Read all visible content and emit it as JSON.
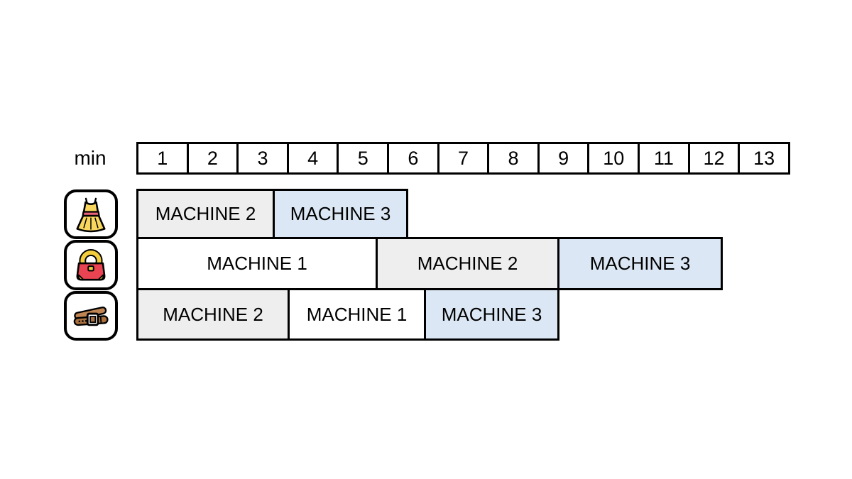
{
  "palette": {
    "machine1_fill": "#ffffff",
    "machine2_fill": "#eeeeee",
    "machine3_fill": "#dbe7f4",
    "outline": "#000000",
    "background": "#ffffff"
  },
  "icons": [
    {
      "name": "dress-icon",
      "depicts": "yellow dress"
    },
    {
      "name": "handbag-icon",
      "depicts": "red handbag"
    },
    {
      "name": "belt-icon",
      "depicts": "brown belt"
    }
  ],
  "chart_data": {
    "type": "bar",
    "variant": "gantt-schedule",
    "title": "",
    "xlabel": "min",
    "ylabel": "",
    "x_ticks": [
      1,
      2,
      3,
      4,
      5,
      6,
      7,
      8,
      9,
      10,
      11,
      12,
      13
    ],
    "x_range": [
      0,
      13
    ],
    "grid": "off",
    "legend": "none",
    "rows": [
      {
        "item": "dress",
        "segments": [
          {
            "label": "MACHINE 2",
            "start_min": 0,
            "end_min": 2.75,
            "color": "#eeeeee"
          },
          {
            "label": "MACHINE 3",
            "start_min": 2.75,
            "end_min": 5.4,
            "color": "#dbe7f4"
          }
        ]
      },
      {
        "item": "handbag",
        "segments": [
          {
            "label": "MACHINE 1",
            "start_min": 0,
            "end_min": 4.8,
            "color": "#ffffff"
          },
          {
            "label": "MACHINE 2",
            "start_min": 4.8,
            "end_min": 8.4,
            "color": "#eeeeee"
          },
          {
            "label": "MACHINE 3",
            "start_min": 8.4,
            "end_min": 11.7,
            "color": "#dbe7f4"
          }
        ]
      },
      {
        "item": "belt",
        "segments": [
          {
            "label": "MACHINE 2",
            "start_min": 0,
            "end_min": 3.05,
            "color": "#eeeeee"
          },
          {
            "label": "MACHINE 1",
            "start_min": 3.05,
            "end_min": 5.75,
            "color": "#ffffff"
          },
          {
            "label": "MACHINE 3",
            "start_min": 5.75,
            "end_min": 8.4,
            "color": "#dbe7f4"
          }
        ]
      }
    ]
  }
}
